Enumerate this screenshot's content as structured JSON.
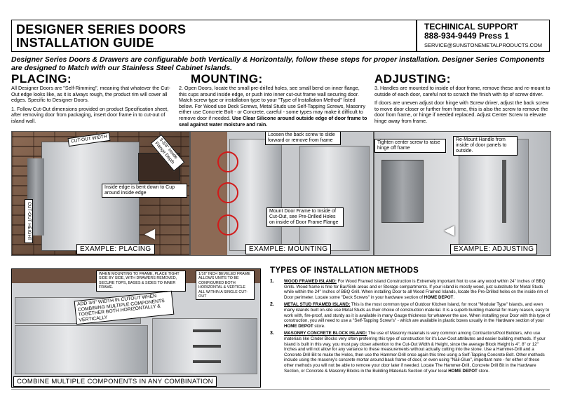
{
  "header": {
    "title_line1": "DESIGNER SERIES DOORS",
    "title_line2": "INSTALLATION GUIDE",
    "support_title": "TECHINICAL SUPPORT",
    "support_phone": "888-934-9449 Press 1",
    "support_email": "SERVICE@SUNSTONEMETALPRODUCTS.COM"
  },
  "intro": "Designer Series Doors & Drawers are configurable both Vertically & Horizontally, follow these steps for proper installation. Designer Series Components are designed to Match with our Stainless Steel Cabinet Islands.",
  "placing": {
    "heading": "PLACING:",
    "p1": "All Designer Doors are \"Self-Rimming\", meaning that whatever the Cut-Out edge looks like, as it is always rough, the product rim will cover all edges. Specific to Designer Doors.",
    "p2": "1. Follow Cut-Out dimensions provided on product Specification sheet, after removing door from packaging, insert door frame in to cut-out of island wall.",
    "label_cutout_width": "CUT-OUT WIDTH",
    "label_cutout_height": "CUT-OUT HEIGHT",
    "callout_flange": "3-3/4\" Inside Flange Depth",
    "callout_inside_edge": "Inside edge is bent down to Cup around inside edge",
    "example": "EXAMPLE: PLACING"
  },
  "mounting": {
    "heading": "MOUNTING:",
    "p1a": "2. Open Doors, locate the small pre-drilled holes, see small bend on inner flange, this cups around inside edge, or push into inner cut-out frame wall securing door. Match screw type or installation type to your \"Type of Installation Method\" listed below. For Wood use Deck Screws, Metal Studs use Self-Tapping Screws, Masonry either use Concrete Bolt - or Concrete, careful - some types may make it difficult to remove door if needed.",
    "p1b": "Use Clear Silicone around outside edge of door frame to seal against water moisture and rain.",
    "callout_loosen": "Loosen the back screw to slide forward or remove from frame",
    "callout_mount": "Mount Door Frame to Inside of Cut-Out, see Pre-Drilled Holes on inside of Door Frame Flange",
    "example": "EXAMPLE: MOUNTING"
  },
  "adjusting": {
    "heading": "ADJUSTING:",
    "p1": "3. Handles are mounted to inside of door frame, remove these and re-mount to outside of each door, careful not to scratch the finish with tip of screw driver.",
    "p2": "If doors are uneven adjust door hinge with Screw driver, adjust the back screw to move door closer or further from frame, this is also the screw to remove the door from frame, or hinge if needed replaced. Adjust Center Screw to elevate hinge away from frame.",
    "callout_tighten": "Tighten center screw to raise hinge off frame",
    "callout_remount": "Re-Mount Handle from inside of door panels to outside.",
    "example": "EXAMPLE: ADJUSTING"
  },
  "combine": {
    "callout_frame": "WHEN MOUNTING TO FRAME, PLACE TIGHT SIDE BY SIDE, WITH DRAWERS REMOVED, SECURE TOPS, BASES & SIDES TO INNER FRAME.",
    "callout_beveled": "1/16\" INCH BEVELED FRAME ALLOWS UNITS TO BE CONFIGURED BOTH HORIZONTAL & VERTICLE ALL WITHIN A SINGLE CUT-OUT",
    "callout_add": "ADD 3/4\" WIDTH IN CUTOUT WHEN COMBINING MULTIPLE COMPONENTS TOGETHER BOTH HORIZONTALLY & VERTICALLY",
    "label": "COMBINE MULTIPLE COMPONENTS IN ANY COMBINATION"
  },
  "types": {
    "heading": "TYPES OF INSTALLATION METHODS",
    "items": [
      {
        "num": "1.",
        "title": "WOOD FRAMED ISLAND:",
        "body": " For Wood Framed Island Construction is Extremely important Not to use any wood within 24\" Inches of BBQ Grills. Wood frame is fine for Bar/Sink areas and or Storage compartments. If your island is mostly wood, just substitute for Metal Studs while within the 24\" Inches of BBQ Grill. When installing Door to all Wood Framed Islands, locate the Pre-Drilled holes on the inside rim of Door perimeter. Locate some \"Deck Screws\" in your hardware section of ",
        "store": "HOME DEPOT",
        "tail": "."
      },
      {
        "num": "2.",
        "title": "METAL STUD FRAMED ISLAND:",
        "body": " This is the most common type of Outdoor Kitchen Island, for most \"Modular Type\" Islands, and even many islands built on-site use Metal Studs as their choice of construction material. It is a superb building material for many reason, easy to work with, fire-proof, and sturdy as it is available in many Gauge thickness for whatever the use. When installing your Door with this type of construction, you will need to use a \"Self-Tapping Screw's\" - which are available in plastic boxes usually in the Hardware section of your ",
        "store": "HOME DEPOT",
        "tail": " store."
      },
      {
        "num": "3.",
        "title": "MASONRY CONCRETE BLOCK ISLAND:",
        "body": " The use of Masonry materials is very common among Contractors/Pool Builders, who use materials like Cinder Blocks very often preferring this type of construction for it's Low-Cost attributes and easier building methods. If your Island is built in this way, you must pay closer attention to the Cut-Out Width & Height, since the average Block Height is 4\", 8\" or 12\" Inches and will not allow for any variance to these measurements without actually cutting into the stone. Use a Hammer-Drill and a Concrete Drill Bit to make the Holes, then use the Hammer-Drill once again this time using a Self-Tapping Concrete Bolt. Other methods include using the masonry's concrete mortar around back frame of door, or even using \"Nail-Glue\", important note - for either of these other methods you will not be able to remove your door later if needed. Locate The Hammer-Drill, Concrete Drill Bit in the Hardware Section, or Concrete & Masonry Blocks in the Building Materials Section of your local ",
        "store": "HOME DEPOT",
        "tail": " store."
      }
    ]
  },
  "colors": {
    "callout_ring": "#d21a1a",
    "stone": "#7a5b47",
    "steel": "#c9cbce"
  }
}
